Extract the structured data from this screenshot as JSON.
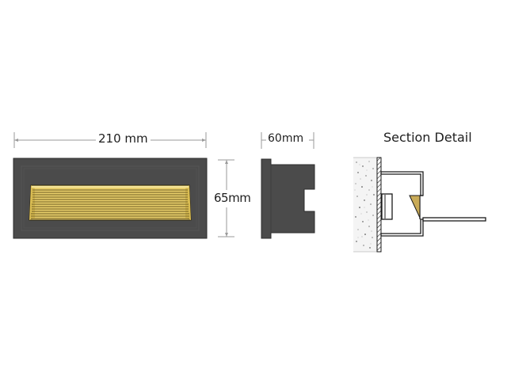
{
  "diagram": {
    "front_view": {
      "width_label": "210 mm",
      "height_label": "65mm",
      "body_color": "#4b4b4b",
      "lens_color": "#e9cf6b",
      "lens_line_color": "#6b5a22",
      "lens_ribs": 14
    },
    "side_view": {
      "depth_label": "60mm",
      "body_color": "#4b4b4b"
    },
    "section_detail": {
      "title": "Section Detail",
      "wall_fill": "#f2f2f2",
      "reflector_color": "#c9ab58",
      "line_color": "#1a1a1a"
    },
    "dimension_line_color": "#9a9a9a"
  }
}
